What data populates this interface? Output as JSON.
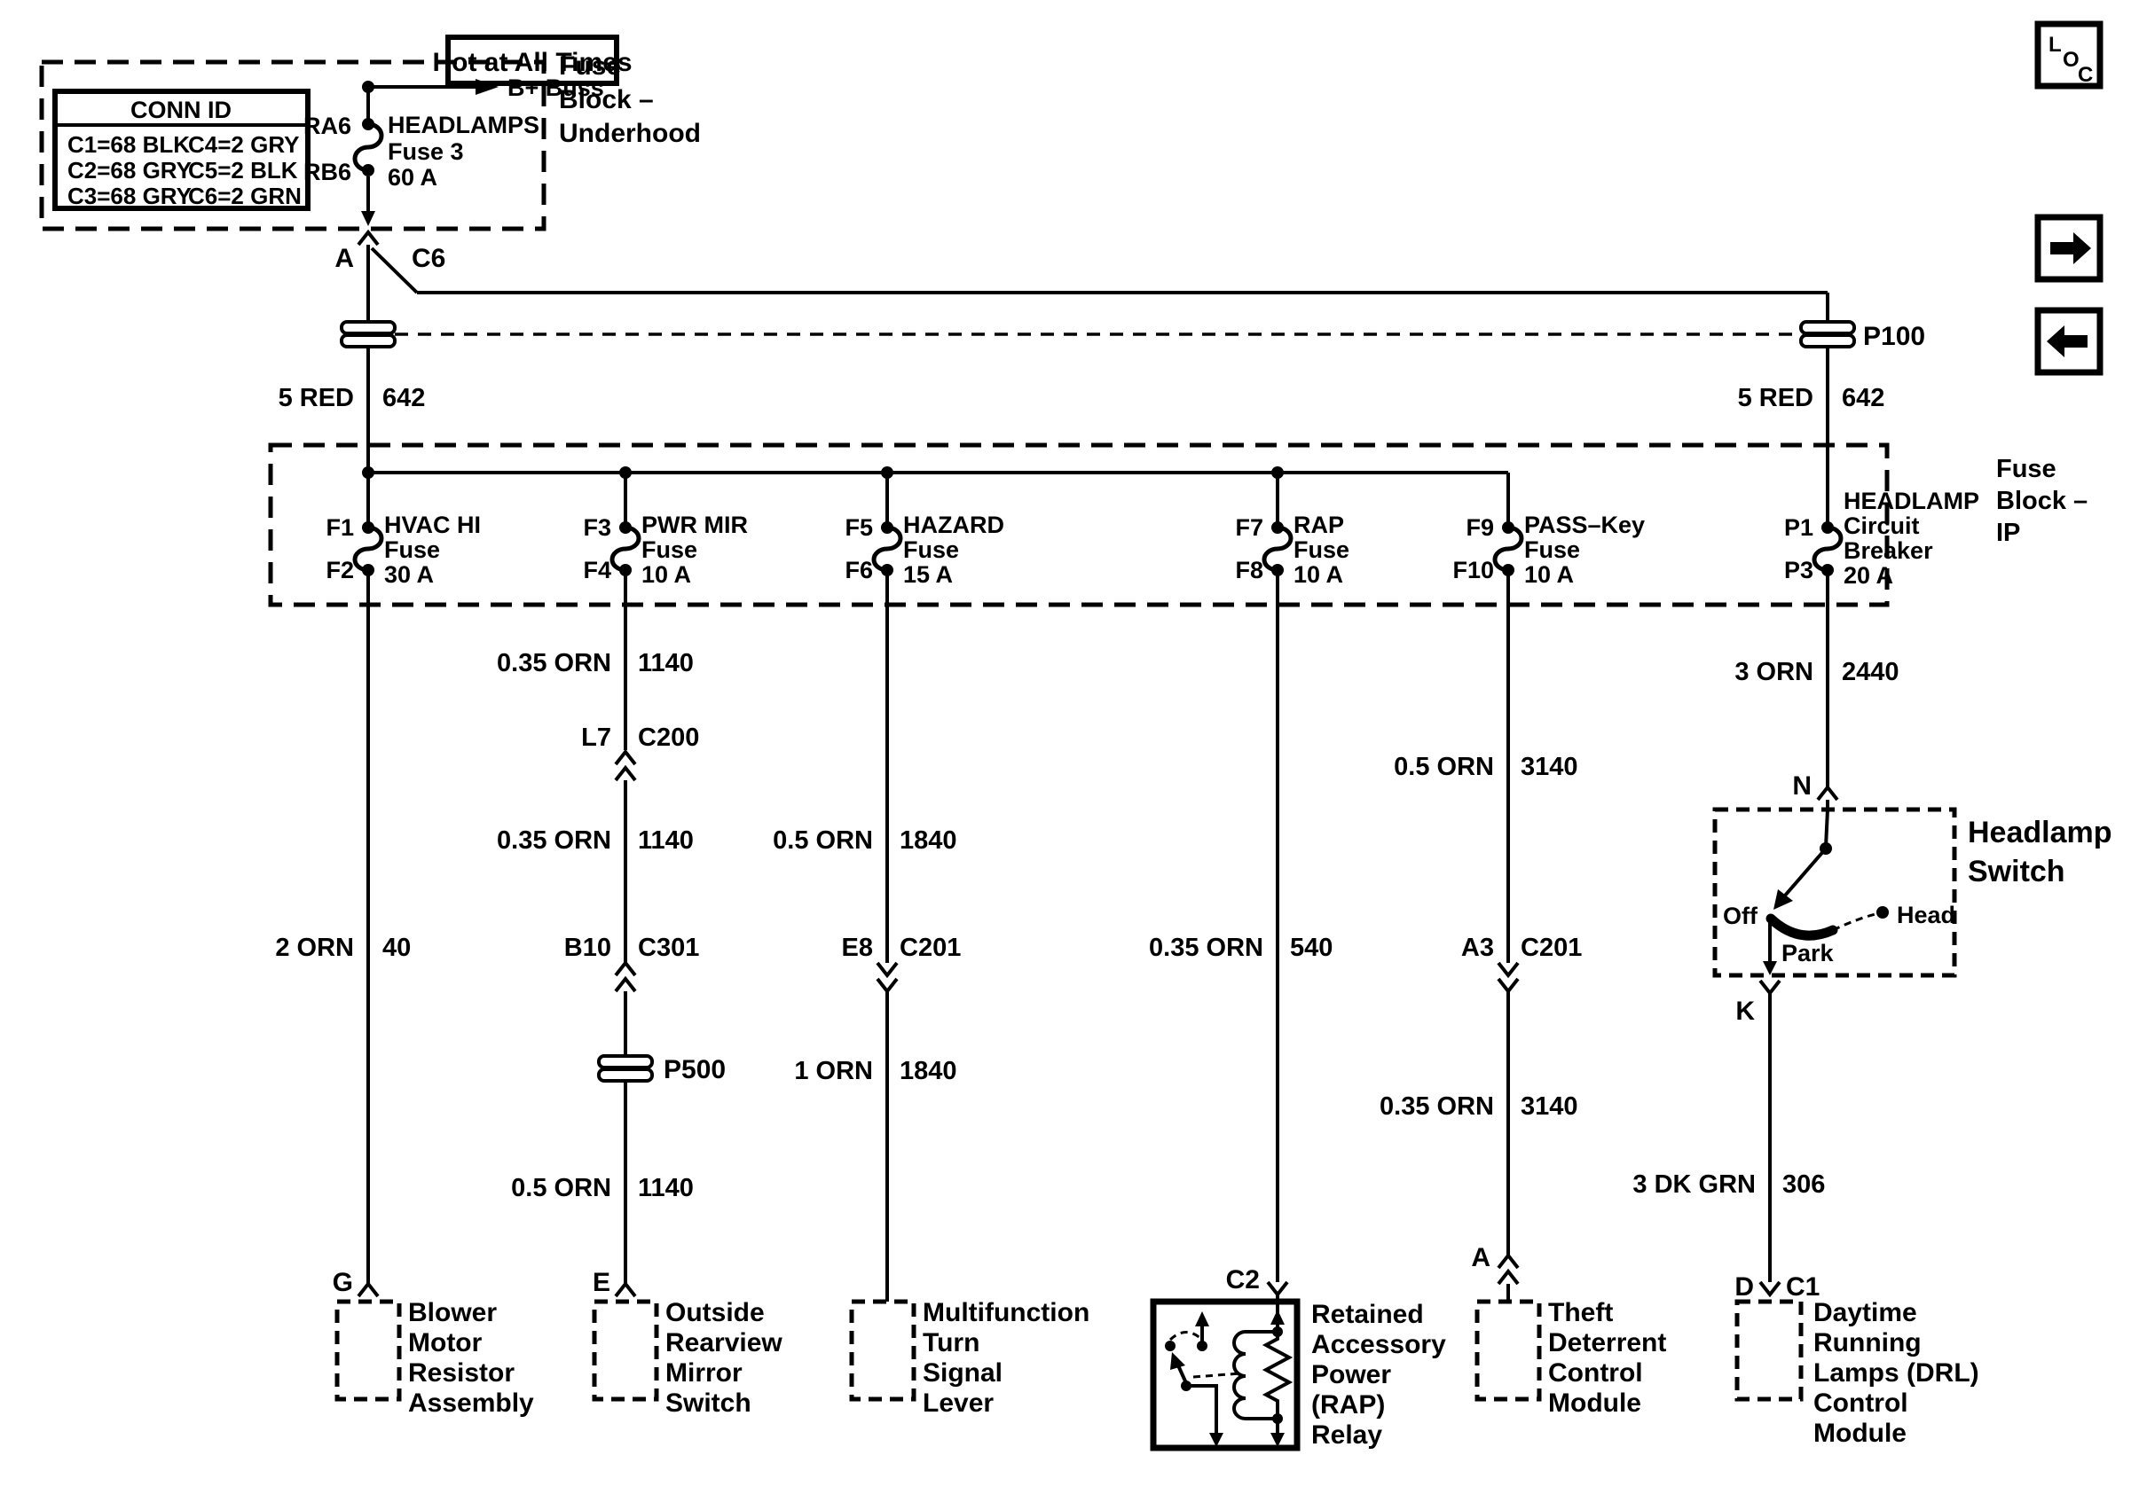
{
  "banner": "Hot at All Times",
  "nav": {
    "loc": [
      "L",
      "O",
      "C"
    ]
  },
  "conn_table": {
    "header": "CONN ID",
    "left": [
      "C1=68 BLK",
      "C2=68 GRY",
      "C3=68 GRY"
    ],
    "right": [
      "C4=2 GRY",
      "C5=2 BLK",
      "C6=2 GRN"
    ]
  },
  "underhood": {
    "label": [
      "Fuse",
      "Block –",
      "Underhood"
    ],
    "bplus": "B+ Buss",
    "pin_top": "RA6",
    "pin_bottom": "RB6",
    "fuse_name": "HEADLAMPS",
    "fuse_line2": "Fuse 3",
    "fuse_line3": "60 A",
    "out_pin": "A",
    "out_conn": "C6"
  },
  "splices": {
    "p100": "P100",
    "p500": "P500"
  },
  "ip": {
    "label": [
      "Fuse",
      "Block –",
      "IP"
    ],
    "fuses": [
      {
        "pt": "F1",
        "pb": "F2",
        "n1": "HVAC HI",
        "n2": "Fuse",
        "n3": "30 A"
      },
      {
        "pt": "F3",
        "pb": "F4",
        "n1": "PWR MIR",
        "n2": "Fuse",
        "n3": "10 A"
      },
      {
        "pt": "F5",
        "pb": "F6",
        "n1": "HAZARD",
        "n2": "Fuse",
        "n3": "15 A"
      },
      {
        "pt": "F7",
        "pb": "F8",
        "n1": "RAP",
        "n2": "Fuse",
        "n3": "10 A"
      },
      {
        "pt": "F9",
        "pb": "F10",
        "n1": "PASS–Key",
        "n2": "Fuse",
        "n3": "10 A"
      }
    ],
    "breaker": {
      "pt": "P1",
      "pb": "P3",
      "n1": "HEADLAMP",
      "n2": "Circuit",
      "n3": "Breaker",
      "n4": "20 A"
    }
  },
  "wires": {
    "feed_left": {
      "g": "5 RED",
      "c": "642"
    },
    "feed_right": {
      "g": "5 RED",
      "c": "642"
    },
    "blower": {
      "g": "2 ORN",
      "c": "40"
    },
    "mir_a": {
      "g": "0.35 ORN",
      "c": "1140"
    },
    "mir_b": {
      "g": "0.35 ORN",
      "c": "1140"
    },
    "mir_c": {
      "g": "0.5 ORN",
      "c": "1140"
    },
    "haz_a": {
      "g": "0.5 ORN",
      "c": "1840"
    },
    "haz_b": {
      "g": "1 ORN",
      "c": "1840"
    },
    "rap": {
      "g": "0.35 ORN",
      "c": "540"
    },
    "pass_a": {
      "g": "0.5 ORN",
      "c": "3140"
    },
    "pass_b": {
      "g": "0.35 ORN",
      "c": "3140"
    },
    "hl": {
      "g": "3 ORN",
      "c": "2440"
    },
    "drl": {
      "g": "3 DK GRN",
      "c": "306"
    }
  },
  "conns": {
    "c200": {
      "pin": "L7",
      "id": "C200"
    },
    "c301": {
      "pin": "B10",
      "id": "C301"
    },
    "c201_e": {
      "pin": "E8",
      "id": "C201"
    },
    "c201_a": {
      "pin": "A3",
      "id": "C201"
    },
    "drl": {
      "pin": "D",
      "id": "C1"
    },
    "n": "N",
    "k": "K",
    "g": "G",
    "e": "E",
    "a": "A",
    "c2": "C2"
  },
  "headlamp_switch": {
    "label": [
      "Headlamp",
      "Switch"
    ],
    "off": "Off",
    "park": "Park",
    "head": "Head"
  },
  "components": {
    "blower": [
      "Blower",
      "Motor",
      "Resistor",
      "Assembly"
    ],
    "mirror": [
      "Outside",
      "Rearview",
      "Mirror",
      "Switch"
    ],
    "turn": [
      "Multifunction",
      "Turn",
      "Signal",
      "Lever"
    ],
    "rap": [
      "Retained",
      "Accessory",
      "Power",
      "(RAP)",
      "Relay"
    ],
    "theft": [
      "Theft",
      "Deterrent",
      "Control",
      "Module"
    ],
    "drl": [
      "Daytime",
      "Running",
      "Lamps (DRL)",
      "Control",
      "Module"
    ]
  }
}
